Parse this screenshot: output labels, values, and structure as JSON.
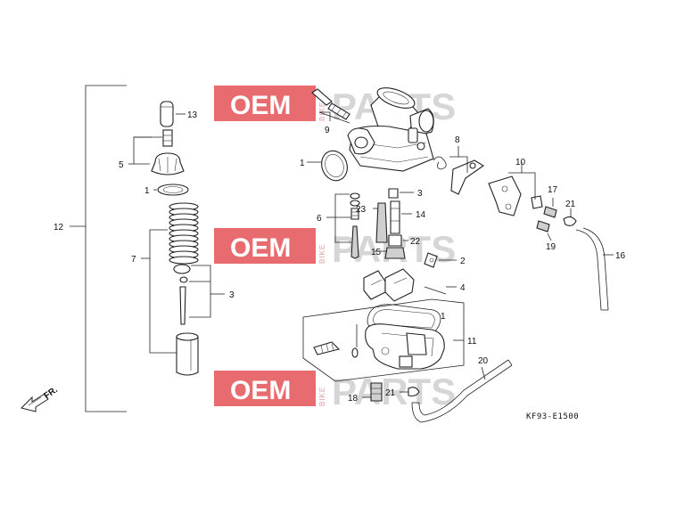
{
  "watermark": {
    "brand_oem": "OEM",
    "brand_bike": "BIKE",
    "brand_parts": "PARTS",
    "badge_color": "#e2474b"
  },
  "diagram_code": "KF93-E1500",
  "front_indicator": "FR.",
  "callouts": {
    "n1a": "1",
    "n1b": "1",
    "n1c": "1",
    "n3a": "3",
    "n3b": "3",
    "n4": "4",
    "n5": "5",
    "n6": "6",
    "n7": "7",
    "n8": "8",
    "n9": "9",
    "n10": "10",
    "n11": "11",
    "n12": "12",
    "n13": "13",
    "n14": "14",
    "n15": "15",
    "n16": "16",
    "n17": "17",
    "n18": "18",
    "n19": "19",
    "n20": "20",
    "n21a": "21",
    "n21b": "21",
    "n22": "22",
    "n23": "23",
    "n2": "2"
  }
}
